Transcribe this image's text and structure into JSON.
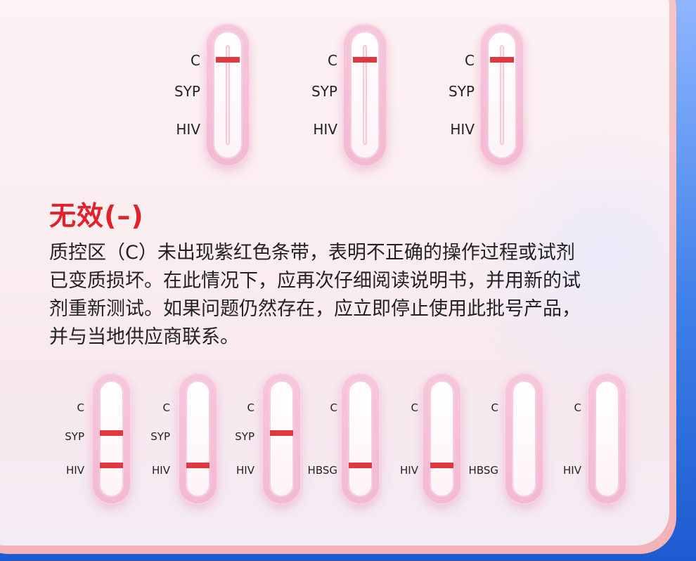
{
  "top_strips": [
    {
      "labels": [
        "C",
        "SYP",
        "HIV"
      ]
    },
    {
      "labels": [
        "C",
        "SYP",
        "HIV"
      ]
    },
    {
      "labels": [
        "C",
        "SYP",
        "HIV"
      ]
    }
  ],
  "section": {
    "title": "无效(–)",
    "description_lines": [
      "质控区（C）未出现紫红色条带，表明不正确的操作过程或试剂",
      "已变质损坏。在此情况下，应再次仔细阅读说明书，并用新的试",
      "剂重新测试。如果问题仍然存在，应立即停止使用此批号产品，",
      "并与当地供应商联系。"
    ]
  },
  "bottom_strips": [
    {
      "labels": [
        "C",
        "SYP",
        "HIV"
      ]
    },
    {
      "labels": [
        "C",
        "SYP",
        "HIV"
      ]
    },
    {
      "labels": [
        "C",
        "SYP",
        "HIV"
      ]
    },
    {
      "labels": [
        "C",
        "HBSG"
      ]
    },
    {
      "labels": [
        "C",
        "HIV"
      ]
    },
    {
      "labels": [
        "C",
        "HBSG"
      ]
    },
    {
      "labels": [
        "C",
        "HIV"
      ]
    }
  ],
  "colors": {
    "title_red": "#e2222a",
    "band_red": "#e0383e",
    "strip_pink": "#f3b9d2"
  }
}
